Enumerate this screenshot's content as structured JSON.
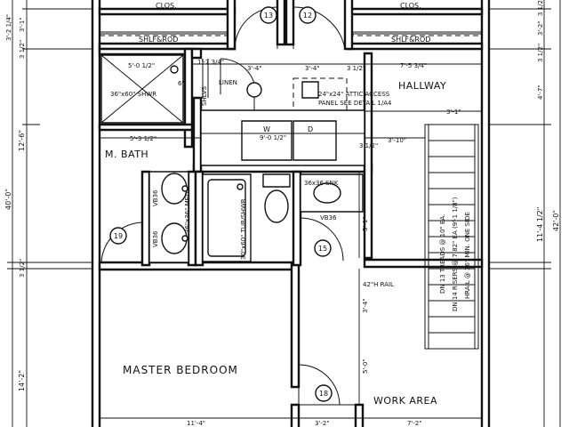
{
  "rooms": {
    "master_bedroom": "MASTER BEDROOM",
    "m_bath": "M. BATH",
    "hallway": "HALLWAY",
    "work_area": "WORK AREA"
  },
  "labels": {
    "closet_left": "CLOS.",
    "closet_right": "CLOS.",
    "shelf_rod_left": "SHLF&ROD",
    "shelf_rod_right": "SHLF&ROD",
    "shower": "36\"x60\" SHWR",
    "linen": "LINEN",
    "shelves": "SHLVS",
    "attic_access": "24\"x24\" ATTIC ACCESS",
    "panel_see_detail": "PANEL SEE DETAIL 1/A4",
    "washer": "W",
    "dryer": "D",
    "tub_shower": "30\"x60\" TUB/SHWR",
    "sink": "36x36 SNK",
    "vanity_left_1": "VB36",
    "vanity_left_2": "VB36",
    "vanity_right": "VB36",
    "vanity_mid": "36\"x36\" MED",
    "rail": "42\"H RAIL",
    "stair_note_1": "DN 13 TREADS @ 10\" EA.",
    "stair_note_2": "DN 14 RISERS @ 7.82\" EA (9'-1 1/8\")",
    "stair_note_3": "HRAIL @ 36\" MIN. ONE SIDE"
  },
  "doors": {
    "d13": "13",
    "d12": "12",
    "d19": "19",
    "d15": "15",
    "d18": "18"
  },
  "dimensions": {
    "left_total": "40'-0\"",
    "left_upper": "12'-6\"",
    "left_lower": "14'-2\"",
    "left_a": "3'-2 1/4\"",
    "left_b": "3'-1\"",
    "left_c": "3 1/2\"",
    "right_total": "42'-0\"",
    "right_a": "3'-2\"",
    "right_b": "4'-7\"",
    "right_c": "11'-4 1/2\"",
    "right_d": "3 1/2\"",
    "shower_w": "5'-0 1/2\"",
    "dim_6": "6\"",
    "dim_1_7_3_4": "1'-7 3/4\"",
    "dim_3_4_1": "3'-4\"",
    "dim_3_4_2": "3'-4\"",
    "dim_3_1_2": "3 1/2\"",
    "dim_7_5_3_4": "7'-5 3/4\"",
    "dim_9_0_1_2": "9'-0 1/2\"",
    "dim_5_3_1_2": "5'-3 1/2\"",
    "dim_3_1": "3'-1\"",
    "dim_3_10": "3'-10\"",
    "dim_5_1": "5'-1\"",
    "dim_3_4_v": "3'-4\"",
    "dim_5_0": "5'-0\"",
    "bottom_11_4": "11'-4\"",
    "bottom_3_2": "3'-2\"",
    "bottom_7_2": "7'-2\"",
    "tick_3_1_2": "3 1/2\""
  }
}
